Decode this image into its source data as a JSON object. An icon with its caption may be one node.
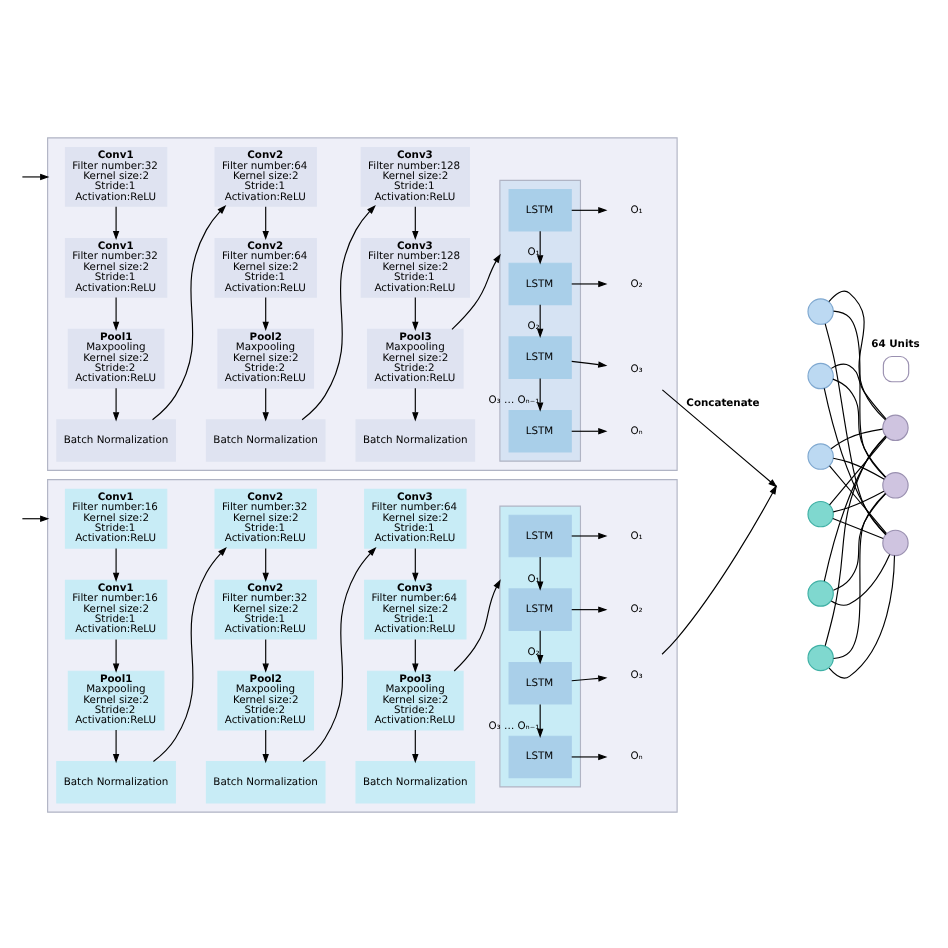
{
  "diagram": {
    "nodes": [
      {
        "text": [],
        "shape": "box"
      },
      {
        "text": [
          "Conv1",
          "Filter number:32",
          "Kernel size:2",
          "Stride:1",
          "Activation:ReLU"
        ],
        "in": 0
      },
      {
        "text": [
          "Conv1",
          "Filter number:32",
          "Kernel size:2",
          "Stride:1",
          "Activation:ReLU"
        ],
        "in": 0
      },
      {
        "text": [
          "Pool1",
          "Maxpooling",
          "Kernel size:2",
          "Stride:2",
          "Activation:ReLU"
        ],
        "in": 0
      },
      {
        "text": [
          "Batch Normalization"
        ],
        "in": 0
      },
      {
        "text": [
          "Conv2",
          "Filter number:64",
          "Kernel size:2",
          "Stride:1",
          "Activation:ReLU"
        ],
        "in": 0
      },
      {
        "text": [
          "Conv2",
          "Filter number:64",
          "Kernel size:2",
          "Stride:1",
          "Activation:ReLU"
        ],
        "in": 0
      },
      {
        "text": [
          "Pool2",
          "Maxpooling",
          "Kernel size:2",
          "Stride:2",
          "Activation:ReLU"
        ],
        "in": 0
      },
      {
        "text": [
          "Batch Normalization"
        ],
        "in": 0
      },
      {
        "text": [
          "Conv3",
          "Filter number:128",
          "Kernel size:2",
          "Stride:1",
          "Activation:ReLU"
        ],
        "in": 0
      },
      {
        "text": [
          "Conv3",
          "Filter number:128",
          "Kernel size:2",
          "Stride:1",
          "Activation:ReLU"
        ],
        "in": 0
      },
      {
        "text": [
          "Pool3",
          "Maxpooling",
          "Kernel size:2",
          "Stride:2",
          "Activation:ReLU"
        ],
        "in": 0
      },
      {
        "text": [
          "Batch Normalization"
        ],
        "in": 0
      },
      {
        "text": [],
        "shape": "box",
        "in": 0
      },
      {
        "text": [
          "LSTM"
        ],
        "in": 13
      },
      {
        "text": [
          "LSTM"
        ],
        "in": 13
      },
      {
        "text": [
          "LSTM"
        ],
        "in": 13
      },
      {
        "text": [
          "LSTM"
        ],
        "in": 13
      },
      {
        "text": [
          "O₁"
        ],
        "in": 0
      },
      {
        "text": [
          "O₂"
        ],
        "in": 0
      },
      {
        "text": [
          "O₃"
        ],
        "in": 0
      },
      {
        "text": [
          "Oₙ"
        ],
        "in": 0
      },
      {
        "text": [],
        "shape": "box"
      },
      {
        "text": [
          "Conv1",
          "Filter number:16",
          "Kernel size:2",
          "Stride:1",
          "Activation:ReLU"
        ],
        "in": 22
      },
      {
        "text": [
          "Conv1",
          "Filter number:16",
          "Kernel size:2",
          "Stride:1",
          "Activation:ReLU"
        ],
        "in": 22
      },
      {
        "text": [
          "Pool1",
          "Maxpooling",
          "Kernel size:2",
          "Stride:2",
          "Activation:ReLU"
        ],
        "in": 22
      },
      {
        "text": [
          "Batch Normalization"
        ],
        "in": 22
      },
      {
        "text": [
          "Conv2",
          "Filter number:32",
          "Kernel size:2",
          "Stride:1",
          "Activation:ReLU"
        ],
        "in": 22
      },
      {
        "text": [
          "Conv2",
          "Filter number:32",
          "Kernel size:2",
          "Stride:1",
          "Activation:ReLU"
        ],
        "in": 22
      },
      {
        "text": [
          "Pool2",
          "Maxpooling",
          "Kernel size:2",
          "Stride:2",
          "Activation:ReLU"
        ],
        "in": 22
      },
      {
        "text": [
          "Batch Normalization"
        ],
        "in": 22
      },
      {
        "text": [
          "Conv3",
          "Filter number:64",
          "Kernel size:2",
          "Stride:1",
          "Activation:ReLU"
        ],
        "in": 22
      },
      {
        "text": [
          "Conv3",
          "Filter number:64",
          "Kernel size:2",
          "Stride:1",
          "Activation:ReLU"
        ],
        "in": 22
      },
      {
        "text": [
          "Pool3",
          "Maxpooling",
          "Kernel size:2",
          "Stride:2",
          "Activation:ReLU"
        ],
        "in": 22
      },
      {
        "text": [
          "Batch Normalization"
        ],
        "in": 22
      },
      {
        "text": [],
        "shape": "box",
        "in": 22
      },
      {
        "text": [
          "LSTM"
        ],
        "in": 35
      },
      {
        "text": [
          "LSTM"
        ],
        "in": 35
      },
      {
        "text": [
          "LSTM"
        ],
        "in": 35
      },
      {
        "text": [
          "LSTM"
        ],
        "in": 35
      },
      {
        "text": [
          "O₁"
        ],
        "in": 22
      },
      {
        "text": [
          "O₂"
        ],
        "in": 22
      },
      {
        "text": [
          "O₃"
        ],
        "in": 22
      },
      {
        "text": [
          "Oₙ"
        ],
        "in": 22
      },
      {
        "text": [],
        "shape": "circle"
      },
      {
        "text": [],
        "shape": "circle"
      },
      {
        "text": [],
        "shape": "circle"
      },
      {
        "text": [],
        "shape": "circle"
      },
      {
        "text": [],
        "shape": "circle"
      },
      {
        "text": [],
        "shape": "circle"
      },
      {
        "text": [],
        "shape": "circle",
        "beside": [
          "64 Units"
        ]
      },
      {
        "text": [],
        "shape": "circle"
      },
      {
        "text": [],
        "shape": "circle"
      },
      {
        "text": [],
        "shape": "circle"
      }
    ],
    "edges": [
      {
        "from": null,
        "to": 0,
        "arrow": "to"
      },
      {
        "from": 1,
        "to": 2,
        "arrow": "to"
      },
      {
        "from": 2,
        "to": 3,
        "arrow": "to"
      },
      {
        "from": 3,
        "to": 4,
        "arrow": "to"
      },
      {
        "from": 4,
        "to": 5,
        "arrow": "to"
      },
      {
        "from": 5,
        "to": 6,
        "arrow": "to"
      },
      {
        "from": 6,
        "to": 7,
        "arrow": "to"
      },
      {
        "from": 7,
        "to": 8,
        "arrow": "to"
      },
      {
        "from": 8,
        "to": 9,
        "arrow": "to"
      },
      {
        "from": 9,
        "to": 10,
        "arrow": "to"
      },
      {
        "from": 10,
        "to": 11,
        "arrow": "to"
      },
      {
        "from": 11,
        "to": 12,
        "arrow": "to"
      },
      {
        "from": 11,
        "to": 13,
        "arrow": "to"
      },
      {
        "from": 14,
        "to": 18,
        "arrow": "to"
      },
      {
        "from": 14,
        "to": 15,
        "arrow": "to",
        "label": "O₁"
      },
      {
        "from": 15,
        "to": 19,
        "arrow": "to"
      },
      {
        "from": 15,
        "to": 16,
        "arrow": "to",
        "label": "O₂"
      },
      {
        "from": 16,
        "to": 20,
        "arrow": "to"
      },
      {
        "from": 16,
        "to": 17,
        "arrow": "to",
        "label": "O₃ … Oₙ₋₁"
      },
      {
        "from": 17,
        "to": 21,
        "arrow": "to"
      },
      {
        "from": null,
        "to": 22,
        "arrow": "to"
      },
      {
        "from": 23,
        "to": 24,
        "arrow": "to"
      },
      {
        "from": 24,
        "to": 25,
        "arrow": "to"
      },
      {
        "from": 25,
        "to": 26,
        "arrow": "to"
      },
      {
        "from": 26,
        "to": 27,
        "arrow": "to"
      },
      {
        "from": 27,
        "to": 28,
        "arrow": "to"
      },
      {
        "from": 28,
        "to": 29,
        "arrow": "to"
      },
      {
        "from": 29,
        "to": 30,
        "arrow": "to"
      },
      {
        "from": 30,
        "to": 31,
        "arrow": "to"
      },
      {
        "from": 31,
        "to": 32,
        "arrow": "to"
      },
      {
        "from": 32,
        "to": 33,
        "arrow": "to"
      },
      {
        "from": 33,
        "to": 34,
        "arrow": "to"
      },
      {
        "from": 33,
        "to": 35,
        "arrow": "to"
      },
      {
        "from": 36,
        "to": 40,
        "arrow": "to"
      },
      {
        "from": 36,
        "to": 37,
        "arrow": "to",
        "label": "O₁"
      },
      {
        "from": 37,
        "to": 41,
        "arrow": "to"
      },
      {
        "from": 37,
        "to": 38,
        "arrow": "to",
        "label": "O₂"
      },
      {
        "from": 38,
        "to": 42,
        "arrow": "to"
      },
      {
        "from": 38,
        "to": 39,
        "arrow": "to",
        "label": "O₃ … Oₙ₋₁"
      },
      {
        "from": 39,
        "to": 43,
        "arrow": "to"
      },
      {
        "from": 20,
        "to": null,
        "arrow": "to",
        "label": "Concatenate"
      },
      {
        "from": 42,
        "to": null,
        "arrow": "to"
      },
      {
        "from": 44,
        "to": 51,
        "arrow": "none"
      },
      {
        "from": 44,
        "to": 52,
        "arrow": "none"
      },
      {
        "from": 44,
        "to": 53,
        "arrow": "none"
      },
      {
        "from": 45,
        "to": 51,
        "arrow": "none"
      },
      {
        "from": 45,
        "to": 52,
        "arrow": "none"
      },
      {
        "from": 45,
        "to": 53,
        "arrow": "none"
      },
      {
        "from": 46,
        "to": 51,
        "arrow": "none"
      },
      {
        "from": 46,
        "to": 52,
        "arrow": "none"
      },
      {
        "from": 46,
        "to": 53,
        "arrow": "none"
      },
      {
        "from": 47,
        "to": 51,
        "arrow": "none"
      },
      {
        "from": 47,
        "to": 52,
        "arrow": "none"
      },
      {
        "from": 47,
        "to": 53,
        "arrow": "none"
      },
      {
        "from": 48,
        "to": 51,
        "arrow": "none"
      },
      {
        "from": 48,
        "to": 52,
        "arrow": "none"
      },
      {
        "from": 48,
        "to": 53,
        "arrow": "none"
      },
      {
        "from": 49,
        "to": 51,
        "arrow": "none"
      },
      {
        "from": 49,
        "to": 52,
        "arrow": "none"
      },
      {
        "from": 49,
        "to": 53,
        "arrow": "none"
      }
    ]
  }
}
